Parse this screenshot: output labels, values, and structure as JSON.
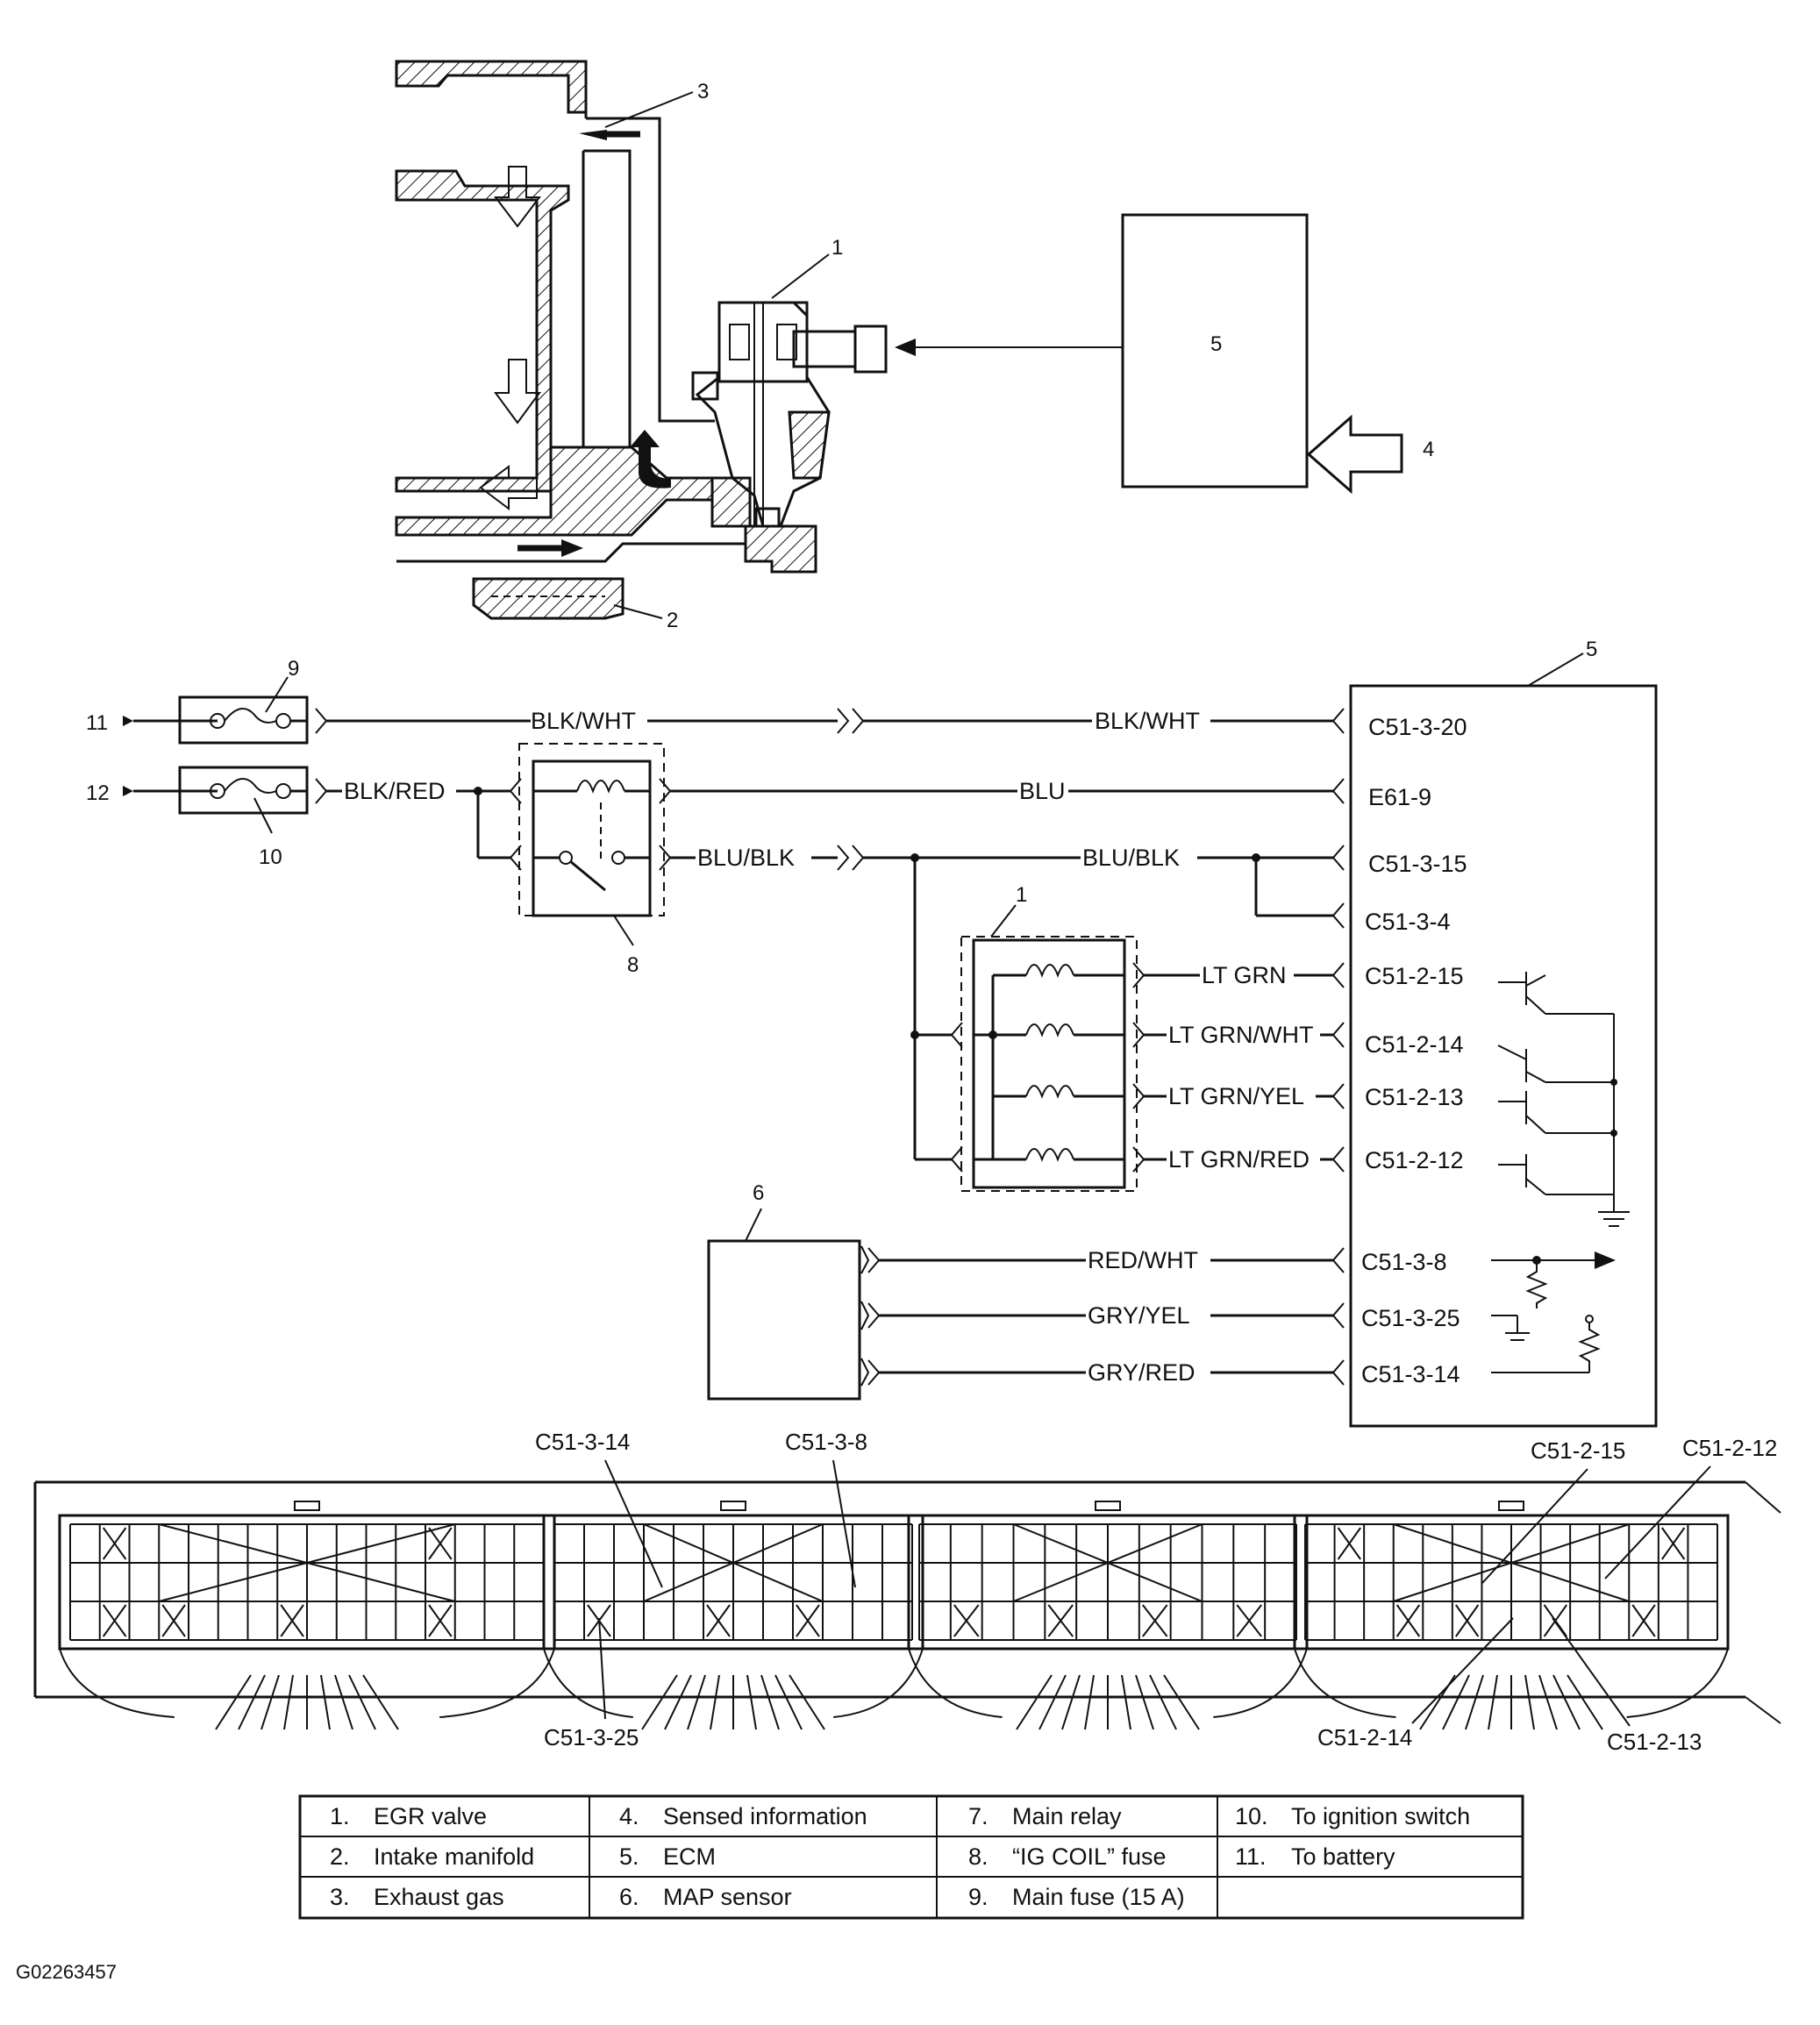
{
  "callouts": {
    "c1_top": "1",
    "c2_top": "2",
    "c3_top": "3",
    "c4_top": "4",
    "c5_top": "5",
    "c5_ecm": "5",
    "c6": "6",
    "c8": "8",
    "c9": "9",
    "c10": "10",
    "c11": "11",
    "c12": "12",
    "c1_inj": "1"
  },
  "wires": {
    "blk_wht_1": "BLK/WHT",
    "blk_wht_2": "BLK/WHT",
    "blk_red": "BLK/RED",
    "blu": "BLU",
    "blu_blk_1": "BLU/BLK",
    "blu_blk_2": "BLU/BLK",
    "lt_grn": "LT GRN",
    "lt_grn_wht": "LT GRN/WHT",
    "lt_grn_yel": "LT GRN/YEL",
    "lt_grn_red": "LT GRN/RED",
    "red_wht": "RED/WHT",
    "gry_yel": "GRY/YEL",
    "gry_red": "GRY/RED"
  },
  "ecm_pins": [
    "C51-3-20",
    "E61-9",
    "C51-3-15",
    "C51-3-4",
    "C51-2-15",
    "C51-2-14",
    "C51-2-13",
    "C51-2-12",
    "C51-3-8",
    "C51-3-25",
    "C51-3-14"
  ],
  "connector_labels": {
    "c51_3_14": "C51-3-14",
    "c51_3_8": "C51-3-8",
    "c51_2_15": "C51-2-15",
    "c51_2_12": "C51-2-12",
    "c51_3_25": "C51-3-25",
    "c51_2_14": "C51-2-14",
    "c51_2_13": "C51-2-13"
  },
  "legend": [
    [
      "1.",
      "EGR valve"
    ],
    [
      "4.",
      "Sensed information"
    ],
    [
      "7.",
      "Main relay"
    ],
    [
      "10.",
      "To ignition switch"
    ],
    [
      "2.",
      "Intake manifold"
    ],
    [
      "5.",
      "ECM"
    ],
    [
      "8.",
      "“IG COIL” fuse"
    ],
    [
      "11.",
      "To battery"
    ],
    [
      "3.",
      "Exhaust gas"
    ],
    [
      "6.",
      "MAP sensor"
    ],
    [
      "9.",
      "Main fuse (15 A)"
    ],
    [
      "",
      ""
    ]
  ],
  "figure_code": "G02263457"
}
